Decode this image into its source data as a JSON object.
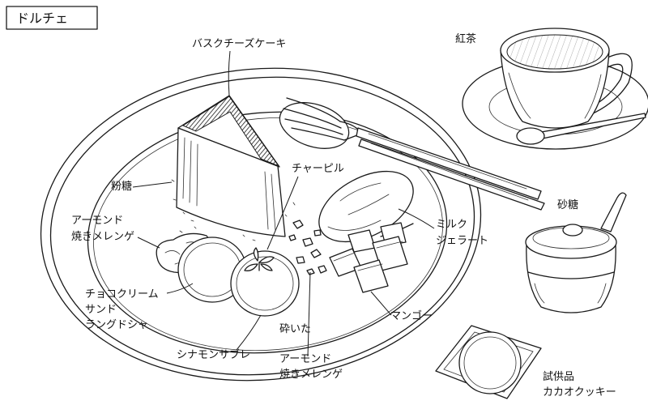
{
  "title": "ドルチェ",
  "labels": {
    "cheesecake": [
      "バスクチーズケーキ"
    ],
    "tea": [
      "紅茶"
    ],
    "chervil": [
      "チャーピル"
    ],
    "powdered_sugar": [
      "粉糖"
    ],
    "almond_meringue": [
      "アーモンド",
      "焼きメレンゲ"
    ],
    "milk_gelato": [
      "ミルク",
      "ジェラート"
    ],
    "sugar": [
      "砂糖"
    ],
    "langue_de_chat": [
      "チョコクリーム",
      "サンド",
      "ラングドシャ"
    ],
    "mango": [
      "マンゴー"
    ],
    "cinnamon_sable": [
      "シナモンサブレ"
    ],
    "crushed_meringue": [
      "砕いた",
      "アーモンド",
      "焼きメレンゲ"
    ],
    "sample_cookie": [
      "試供品",
      "カカオクッキー"
    ]
  }
}
